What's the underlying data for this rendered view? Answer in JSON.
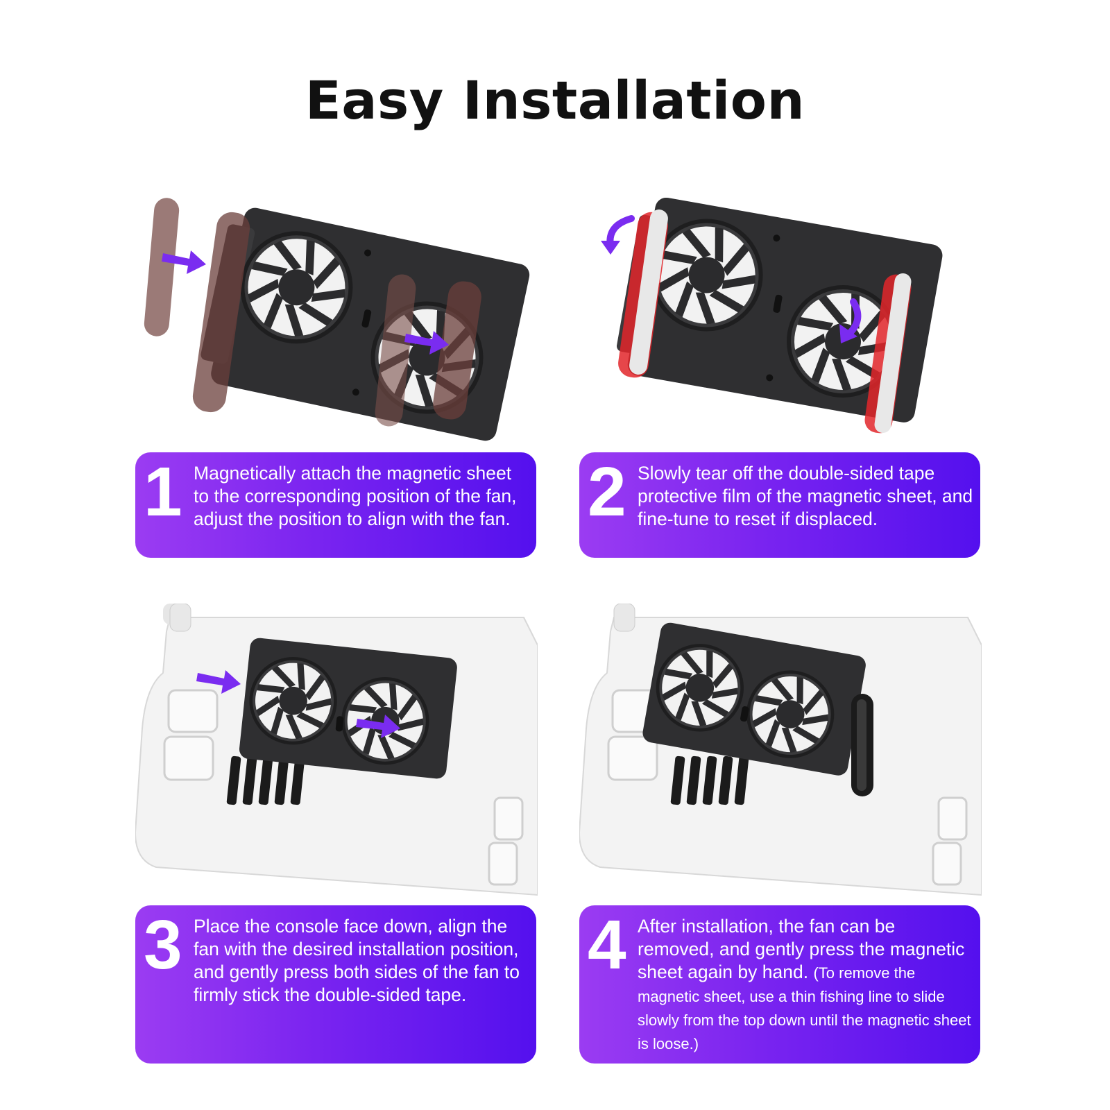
{
  "page": {
    "title": "Easy Installation"
  },
  "colors": {
    "accent_start": "#9b3cf2",
    "accent_end": "#5410ee",
    "arrow": "#7a2cf0",
    "fan_body": "#2f2f31",
    "magnetic_sheet": "#7a4e4a",
    "protective_film": "#e2262a",
    "console": "#f3f3f3"
  },
  "steps": [
    {
      "number": "1",
      "text": "Magnetically attach the magnetic sheet to the corresponding position of the fan, adjust the position to align with the fan.",
      "note": "",
      "icons": [
        "fan-icon",
        "magnetic-sheet-icon",
        "arrow-right-icon"
      ]
    },
    {
      "number": "2",
      "text": "Slowly tear off the double-sided tape protective film of the magnetic sheet, and fine-tune to reset if displaced.",
      "note": "",
      "icons": [
        "fan-icon",
        "protective-film-icon",
        "curved-arrow-icon"
      ]
    },
    {
      "number": "3",
      "text": "Place the console face down, align the fan with the desired installation position, and gently press both sides of the fan to firmly stick the double-sided tape.",
      "note": "",
      "icons": [
        "console-icon",
        "fan-icon",
        "arrow-right-icon"
      ]
    },
    {
      "number": "4",
      "text": "After installation, the fan can be removed, and gently press the magnetic sheet again by hand.",
      "note": "(To remove the magnetic sheet, use a thin fishing line to slide slowly from the top down until the magnetic sheet is loose.)",
      "icons": [
        "console-icon",
        "fan-icon",
        "magnetic-sheet-icon"
      ]
    }
  ]
}
